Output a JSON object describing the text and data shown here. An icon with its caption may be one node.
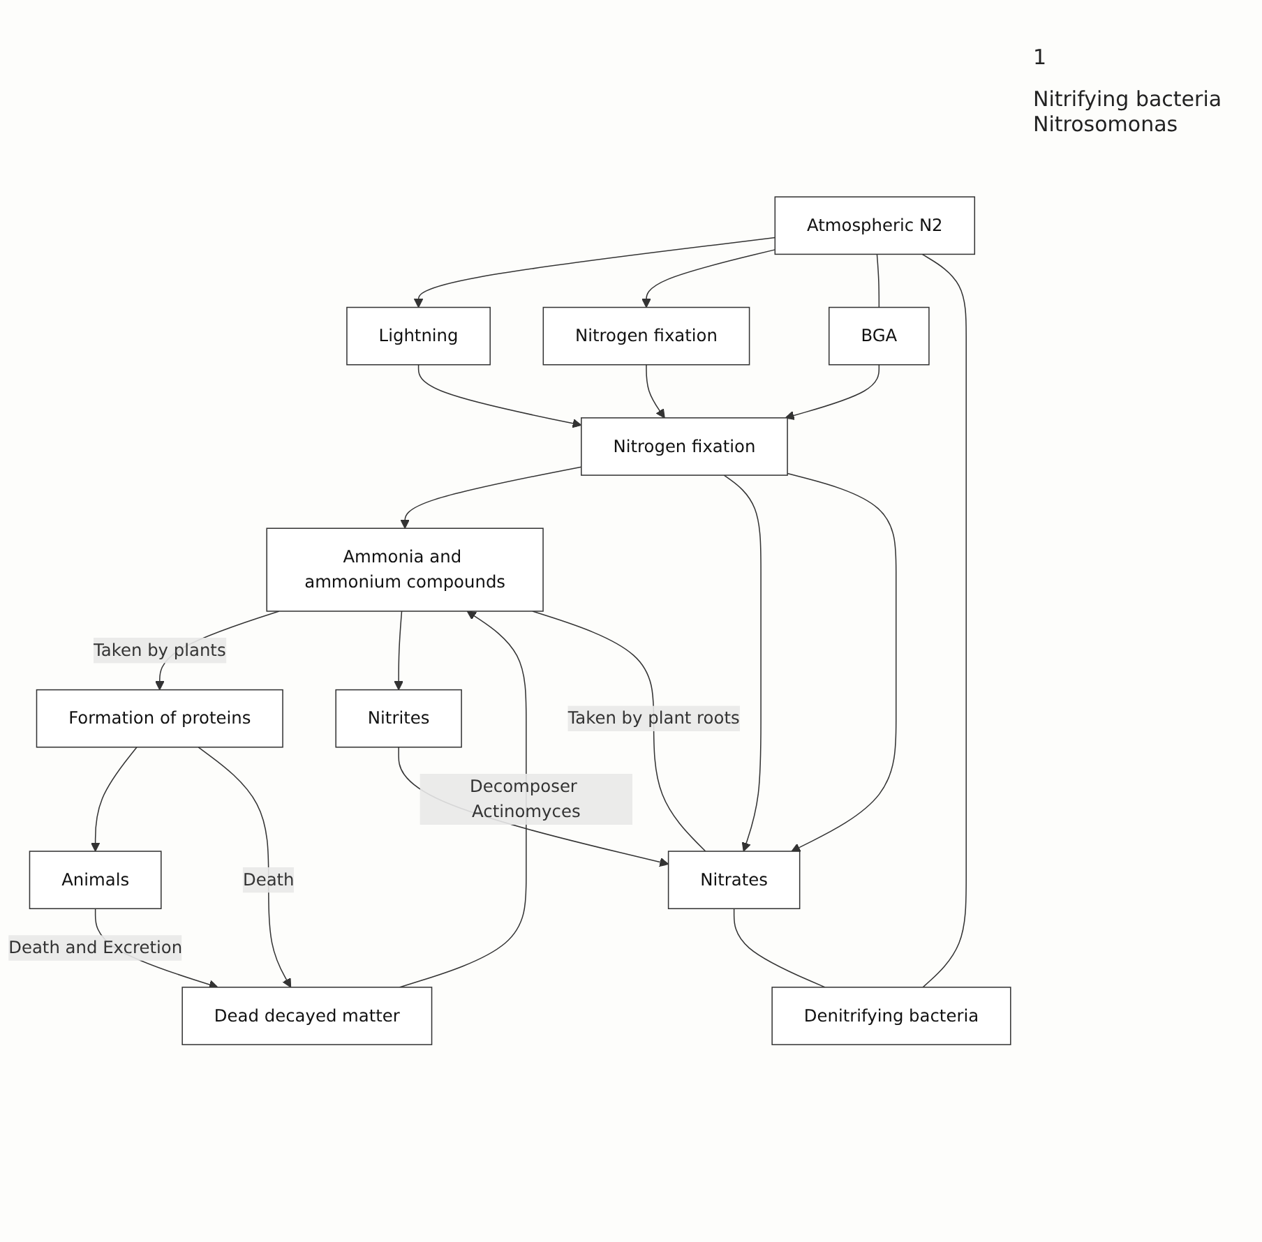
{
  "diagram": {
    "nodes": [
      {
        "text": [
          "Atmospheric N2"
        ]
      },
      {
        "text": [
          "Lightning"
        ]
      },
      {
        "text": [
          "Nitrogen fixation"
        ]
      },
      {
        "text": [
          "BGA"
        ]
      },
      {
        "text": [
          "Nitrogen fixation"
        ]
      },
      {
        "text": [
          "Formation of proteins"
        ]
      },
      {
        "text": [
          "Animals"
        ]
      },
      {
        "text": [
          "Dead decayed matter"
        ]
      },
      {
        "text": [
          "Denitrifying bacteria"
        ]
      },
      {
        "text": [
          "Ammonia and ammonium compounds"
        ]
      },
      {
        "text": [
          "Nitrites"
        ]
      },
      {
        "text": [
          "Nitrates"
        ]
      }
    ],
    "edges": [
      {
        "from": 0,
        "to": 1,
        "arrow": "to"
      },
      {
        "from": 0,
        "to": 2,
        "arrow": "to"
      },
      {
        "from": 0,
        "to": 3,
        "arrow": "none"
      },
      {
        "from": 1,
        "to": 4,
        "arrow": "to"
      },
      {
        "from": 2,
        "to": 4,
        "arrow": "to"
      },
      {
        "from": 3,
        "to": 4,
        "arrow": "to"
      },
      {
        "from": 5,
        "to": 6,
        "arrow": "to"
      },
      {
        "from": 5,
        "to": 7,
        "label": "Death",
        "arrow": "to"
      },
      {
        "from": 6,
        "to": 7,
        "label": "Death and Excretion",
        "arrow": "to"
      },
      {
        "from": 8,
        "to": 0,
        "arrow": "none"
      },
      {
        "from": 7,
        "to": 9,
        "label": "Decomposer Actinomyces",
        "arrow": "to"
      },
      {
        "from": 9,
        "to": 5,
        "label": "Taken by plants",
        "arrow": "to"
      },
      {
        "from": 4,
        "to": 9,
        "arrow": "to"
      },
      {
        "from": 4,
        "to": 11,
        "arrow": "to"
      },
      {
        "from": 4,
        "to": 11,
        "arrow": "to"
      },
      {
        "from": 9,
        "to": 10,
        "arrow": "to"
      },
      {
        "from": 10,
        "to": 11,
        "arrow": "to"
      },
      {
        "from": 11,
        "to": 9,
        "label": "Taken by plant roots",
        "arrow": "none"
      },
      {
        "from": 11,
        "to": 8,
        "arrow": "none"
      }
    ],
    "labels": [
      "1",
      "Nitrifying bacteria Nitrosomonas"
    ]
  }
}
